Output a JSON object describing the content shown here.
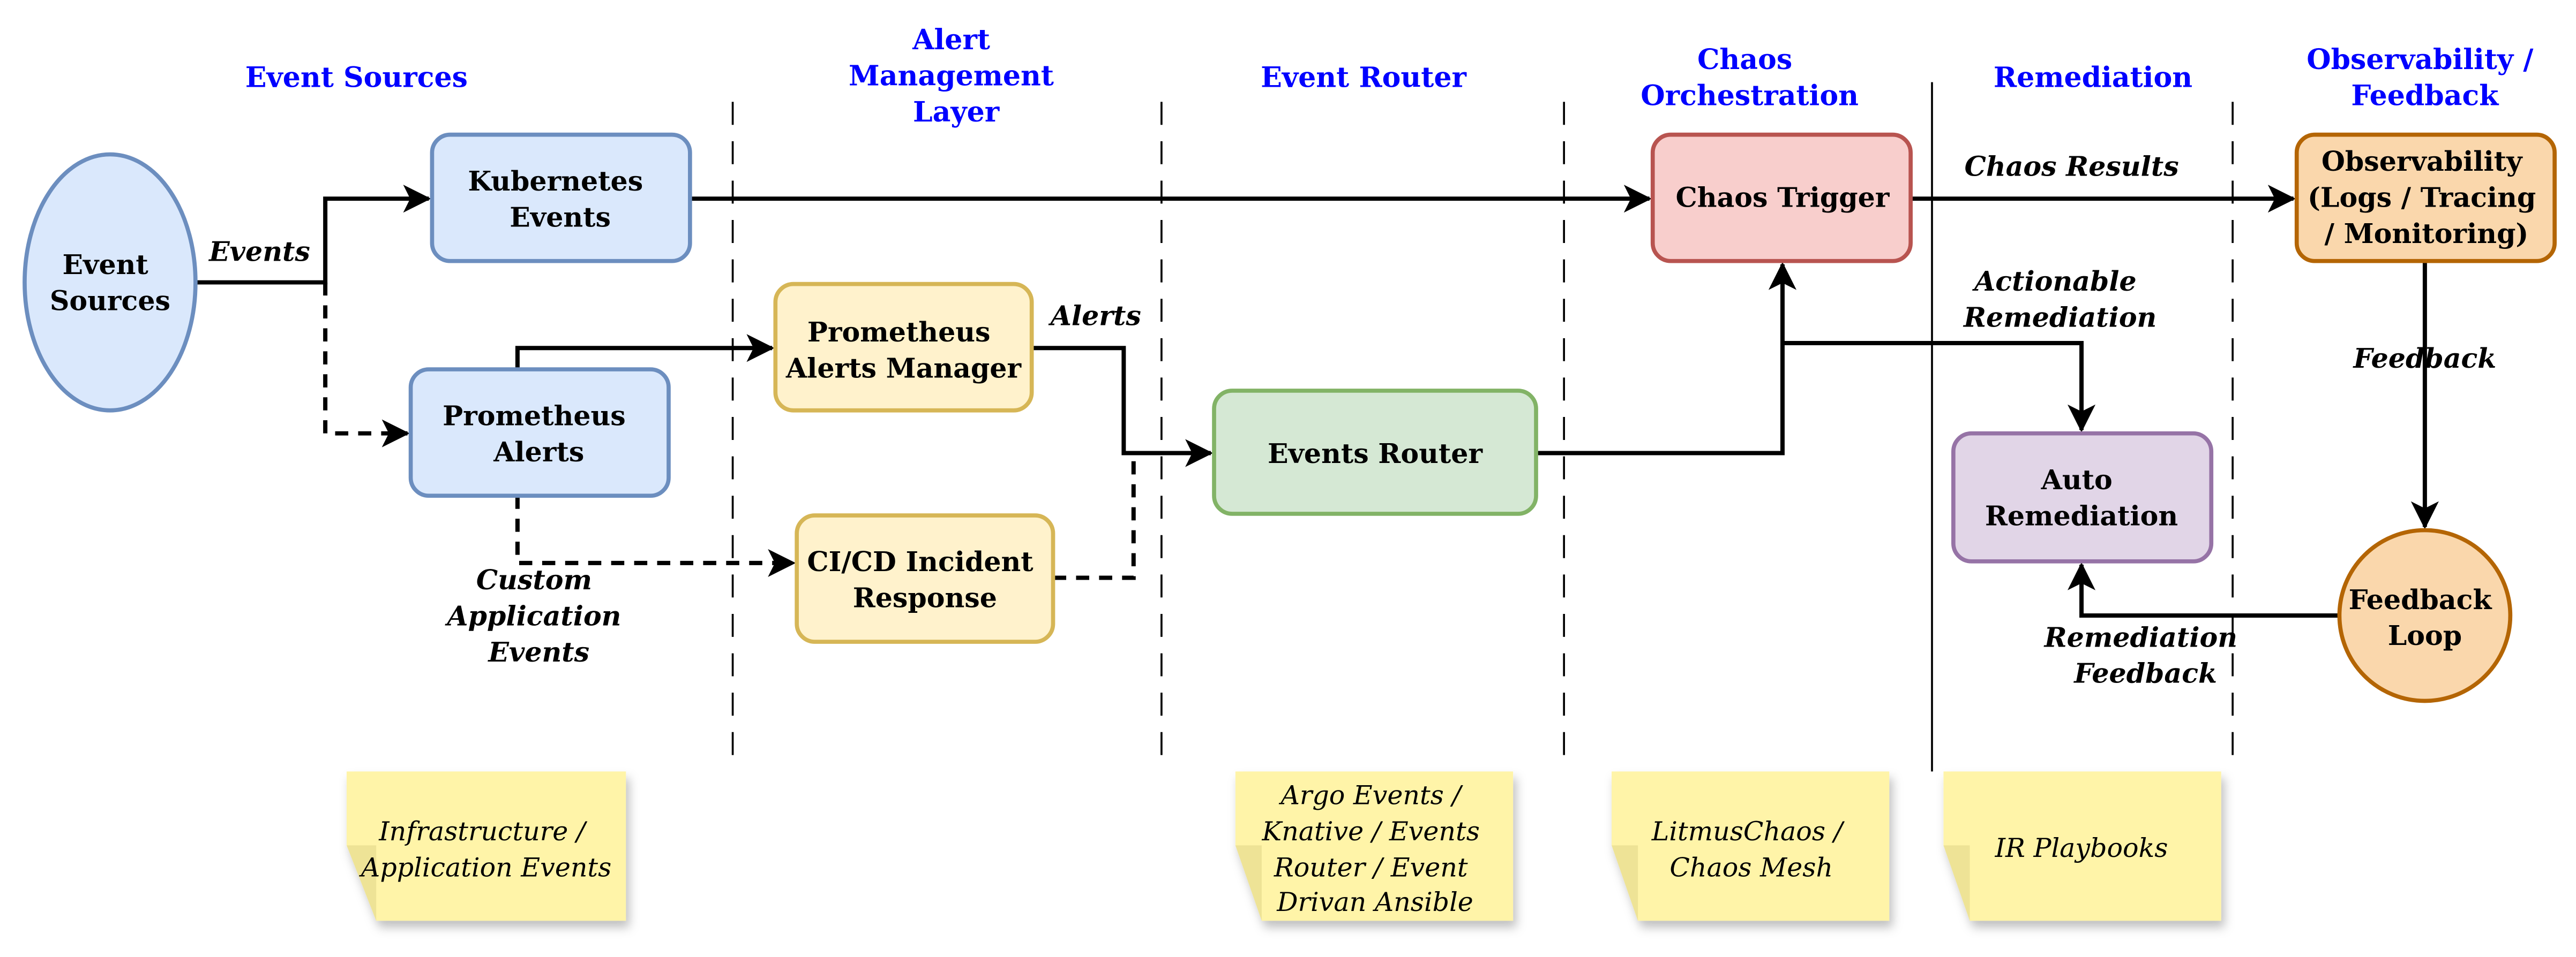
{
  "sections": [
    {
      "id": "event-sources",
      "lines": [
        "Event Sources"
      ]
    },
    {
      "id": "alert-management",
      "lines": [
        "Alert",
        "Management",
        "Layer"
      ]
    },
    {
      "id": "event-router",
      "lines": [
        "Event Router"
      ]
    },
    {
      "id": "chaos-orchestration",
      "lines": [
        "Chaos",
        "Orchestration"
      ]
    },
    {
      "id": "remediation",
      "lines": [
        "Remediation"
      ]
    },
    {
      "id": "observability-feedback",
      "lines": [
        "Observability /",
        "Feedback"
      ]
    }
  ],
  "nodes": {
    "event_sources": {
      "lines": [
        "Event",
        "Sources"
      ],
      "fill": "#dae8fc",
      "stroke": "#6c8ebf"
    },
    "kubernetes_events": {
      "lines": [
        "Kubernetes",
        "Events"
      ],
      "fill": "#dae8fc",
      "stroke": "#6c8ebf"
    },
    "prometheus_alerts": {
      "lines": [
        "Prometheus",
        "Alerts"
      ],
      "fill": "#dae8fc",
      "stroke": "#6c8ebf"
    },
    "prometheus_alerts_manager": {
      "lines": [
        "Prometheus",
        "Alerts Manager"
      ],
      "fill": "#fff2cc",
      "stroke": "#d6b656"
    },
    "cicd_incident_response": {
      "lines": [
        "CI/CD Incident",
        "Response"
      ],
      "fill": "#fff2cc",
      "stroke": "#d6b656"
    },
    "events_router": {
      "lines": [
        "Events Router"
      ],
      "fill": "#d5e8d4",
      "stroke": "#82b366"
    },
    "chaos_trigger": {
      "lines": [
        "Chaos Trigger"
      ],
      "fill": "#f8cecc",
      "stroke": "#b85450"
    },
    "observability": {
      "lines": [
        "Observability",
        "(Logs / Tracing",
        "/ Monitoring)"
      ],
      "fill": "#fad7ac",
      "stroke": "#b46504"
    },
    "auto_remediation": {
      "lines": [
        "Auto",
        "Remediation"
      ],
      "fill": "#e1d5e7",
      "stroke": "#9673a6"
    },
    "feedback_loop": {
      "lines": [
        "Feedback",
        "Loop"
      ],
      "fill": "#fad7ac",
      "stroke": "#b46504"
    }
  },
  "edge_labels": {
    "events": [
      "Events"
    ],
    "alerts": [
      "Alerts"
    ],
    "custom_app_events": [
      "Custom",
      "Application",
      "Events"
    ],
    "chaos_results": [
      "Chaos Results"
    ],
    "actionable_remediation": [
      "Actionable",
      "Remediation"
    ],
    "feedback": [
      "Feedback"
    ],
    "remediation_feedback": [
      "Remediation",
      "Feedback"
    ]
  },
  "notes": [
    {
      "id": "note-infrastructure",
      "lines": [
        "Infrastructure /",
        "Application Events"
      ]
    },
    {
      "id": "note-event-router-tools",
      "lines": [
        "Argo Events /",
        "Knative / Events",
        "Router / Event",
        "Drivan Ansible"
      ]
    },
    {
      "id": "note-chaos-tools",
      "lines": [
        "LitmusChaos /",
        "Chaos Mesh"
      ]
    },
    {
      "id": "note-remediation-tools",
      "lines": [
        "IR Playbooks"
      ]
    }
  ],
  "colors": {
    "section_header": "#0000ff",
    "note_fill": "#fff4a8",
    "note_fold": "#eee396"
  }
}
